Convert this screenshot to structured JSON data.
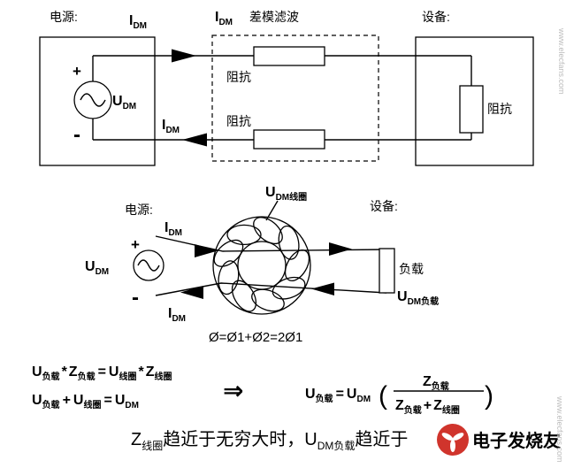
{
  "top_circuit": {
    "source_title": "电源:",
    "filter_title": "差模滤波",
    "device_title": "设备:",
    "impedance_line1": "阻抗",
    "impedance_line2": "阻抗",
    "impedance_device": "阻抗",
    "plus": "+",
    "minus": "-"
  },
  "middle_circuit": {
    "source_title": "电源:",
    "device_title": "设备:",
    "coil_label_sub": "DM线圈",
    "load_label": "负载",
    "flux_formula": "Ø=Ø1+Ø2=2Ø1",
    "plus": "+",
    "minus": "-"
  },
  "symbols": {
    "i": "I",
    "u": "U",
    "z": "Z",
    "dm": "DM",
    "load_sub": "负载",
    "coil_sub": "线圈",
    "dm_load_sub": "DM负载",
    "times": "*",
    "plus": "+",
    "equals": "=",
    "implies": "⇒",
    "lparen": "(",
    "rparen": ")"
  },
  "conclusion": {
    "mid_phrase": "趋近于无穷大时，",
    "end_phrase": "趋近于"
  },
  "watermark": {
    "brand": "电子发烧友",
    "url": "www.elecfans.com",
    "logo_color": "#d0342c",
    "brand_color": "#9e9e9e"
  }
}
